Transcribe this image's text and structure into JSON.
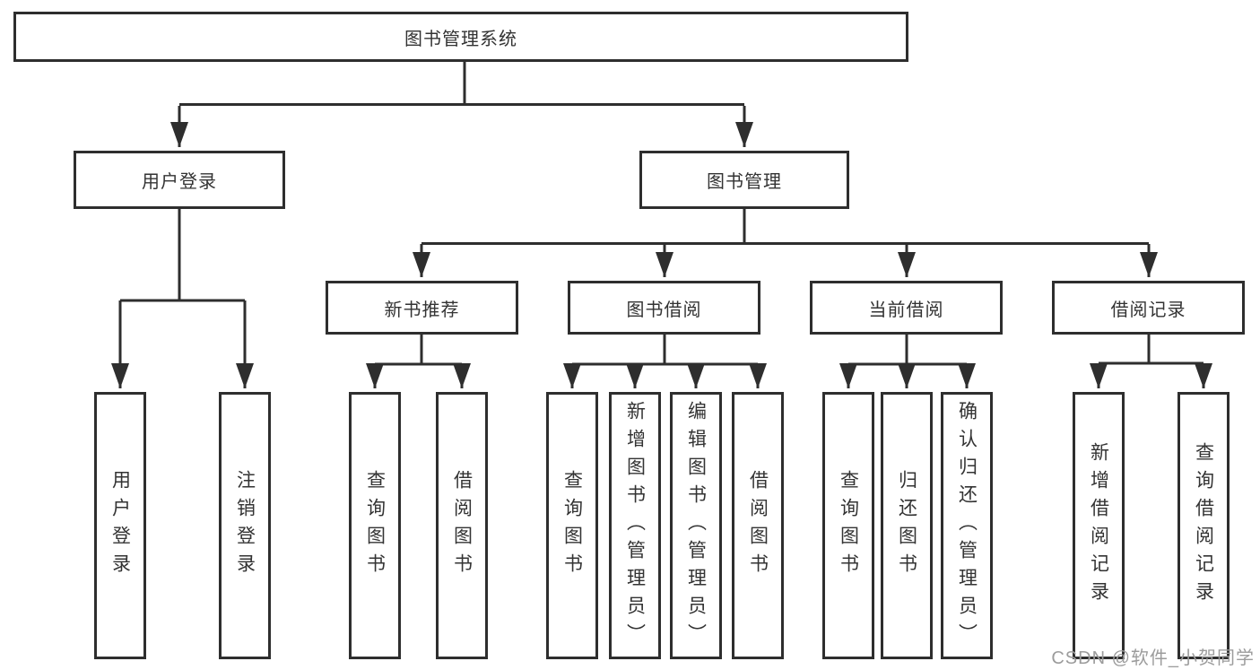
{
  "diagram": {
    "type": "tree",
    "colors": {
      "line": "#2e2e2e",
      "box_border": "#2e2e2e",
      "text": "#333333",
      "background": "#ffffff",
      "watermark": "#9c9c9c"
    },
    "root": {
      "label": "图书管理系统"
    },
    "level2": [
      {
        "label": "用户登录"
      },
      {
        "label": "图书管理"
      }
    ],
    "level3": [
      {
        "label": "新书推荐"
      },
      {
        "label": "图书借阅"
      },
      {
        "label": "当前借阅"
      },
      {
        "label": "借阅记录"
      }
    ],
    "leaves": {
      "user_login": [
        {
          "label": "用户登录"
        },
        {
          "label": "注销登录"
        }
      ],
      "new_book_recommendation": [
        {
          "label": "查询图书"
        },
        {
          "label": "借阅图书"
        }
      ],
      "book_borrowing": [
        {
          "label": "查询图书"
        },
        {
          "label": "新增图书（管理员）"
        },
        {
          "label": "编辑图书（管理员）"
        },
        {
          "label": "借阅图书"
        }
      ],
      "current_borrowing": [
        {
          "label": "查询图书"
        },
        {
          "label": "归还图书"
        },
        {
          "label": "确认归还（管理员）"
        }
      ],
      "borrowing_records": [
        {
          "label": "新增借阅记录"
        },
        {
          "label": "查询借阅记录"
        }
      ]
    }
  },
  "watermark": {
    "text": "CSDN @软件_小贺同学"
  }
}
